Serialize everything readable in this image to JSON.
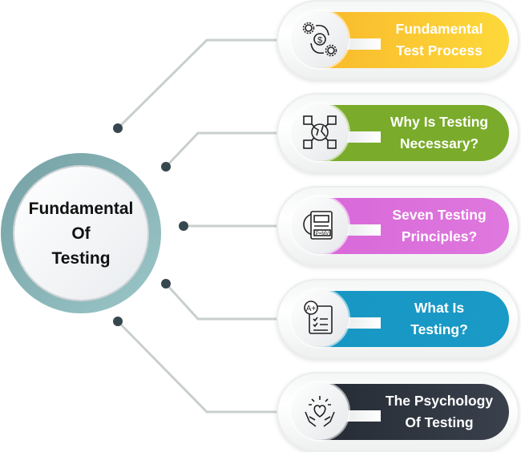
{
  "hub": {
    "title_line1": "Fundamental",
    "title_line2": "Of",
    "title_line3": "Testing"
  },
  "items": [
    {
      "line1": "Fundamental",
      "line2": "Test Process",
      "icon": "gears-dollar-cycle-icon",
      "color_start": "#f8b52a",
      "color_end": "#fdd93a"
    },
    {
      "line1": "Why Is Testing",
      "line2": "Necessary?",
      "icon": "globe-network-icon",
      "color_start": "#7aab2a",
      "color_end": "#7aab2a"
    },
    {
      "line1": "Seven Testing",
      "line2": "Principles?",
      "icon": "document-formula-icon",
      "color_start": "#d866d8",
      "color_end": "#de78de"
    },
    {
      "line1": "What Is",
      "line2": "Testing?",
      "icon": "graded-test-sheet-icon",
      "color_start": "#1796c3",
      "color_end": "#1a9ac6"
    },
    {
      "line1": "The Psychology",
      "line2": "Of Testing",
      "icon": "hands-heart-mind-icon",
      "color_start": "#222831",
      "color_end": "#3a414c"
    }
  ],
  "colors": {
    "wire": "#c9cfcf",
    "dot": "#37474f"
  }
}
